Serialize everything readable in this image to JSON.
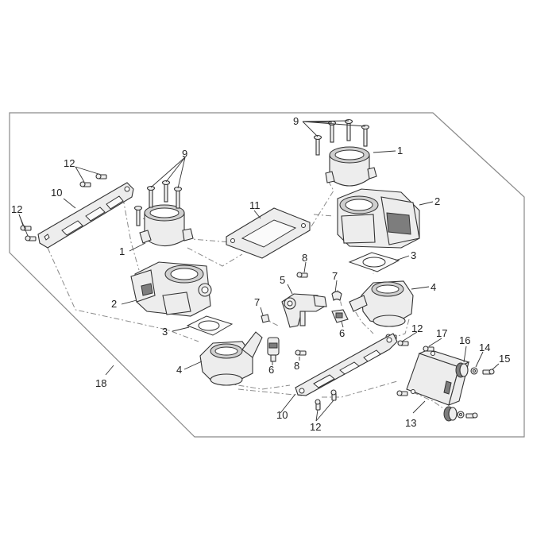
{
  "diagram": {
    "callouts": {
      "c1a": "1",
      "c1b": "1",
      "c2a": "2",
      "c2b": "2",
      "c3a": "3",
      "c3b": "3",
      "c4a": "4",
      "c4b": "4",
      "c5": "5",
      "c6a": "6",
      "c6b": "6",
      "c7a": "7",
      "c7b": "7",
      "c8a": "8",
      "c8b": "8",
      "c9a": "9",
      "c9b": "9",
      "c10a": "10",
      "c10b": "10",
      "c11": "11",
      "c12a": "12",
      "c12b": "12",
      "c12c": "12",
      "c12d": "12",
      "c13": "13",
      "c14": "14",
      "c15": "15",
      "c16": "16",
      "c17": "17",
      "c18": "18"
    }
  }
}
